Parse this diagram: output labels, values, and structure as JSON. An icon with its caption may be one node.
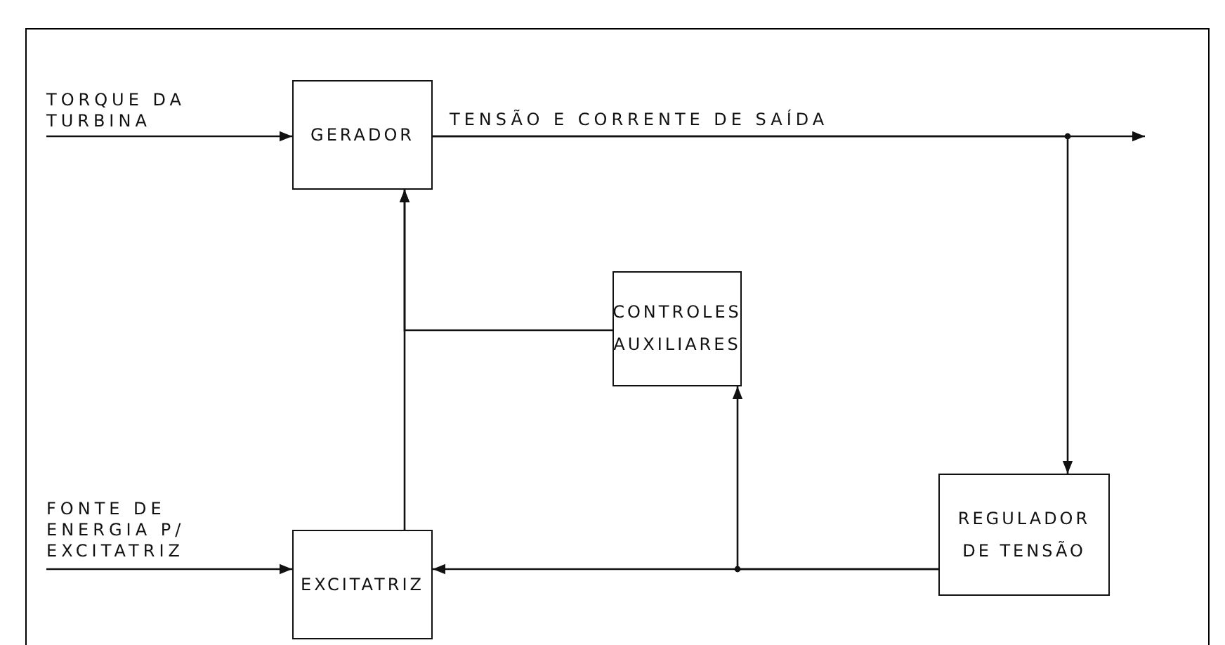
{
  "diagram": {
    "nodes": [
      {
        "text": [
          "GERADOR"
        ]
      },
      {
        "text": [
          "CONTROLES AUXILIARES"
        ]
      },
      {
        "text": [
          "EXCITATRIZ"
        ]
      },
      {
        "text": [
          "REGULADOR DE TENSÃO"
        ]
      },
      {
        "text": [
          "TORQUE DA TURBINA"
        ]
      },
      {
        "text": [
          "FONTE DE ENERGIA P/ EXCITATRIZ"
        ]
      }
    ],
    "edges": [
      {
        "from": 4,
        "to": 0,
        "arrow": "to"
      },
      {
        "from": 0,
        "to": null,
        "arrow": "to",
        "label": "TENSÃO E CORRENTE DE SAÍDA"
      },
      {
        "from": 0,
        "to": 3,
        "arrow": "to"
      },
      {
        "from": 3,
        "to": 2,
        "arrow": "to"
      },
      {
        "from": 3,
        "to": 1,
        "arrow": "to"
      },
      {
        "from": 2,
        "to": 0,
        "arrow": "to"
      },
      {
        "from": 1,
        "to": 0,
        "arrow": "to"
      },
      {
        "from": 5,
        "to": 2,
        "arrow": "to"
      }
    ]
  }
}
